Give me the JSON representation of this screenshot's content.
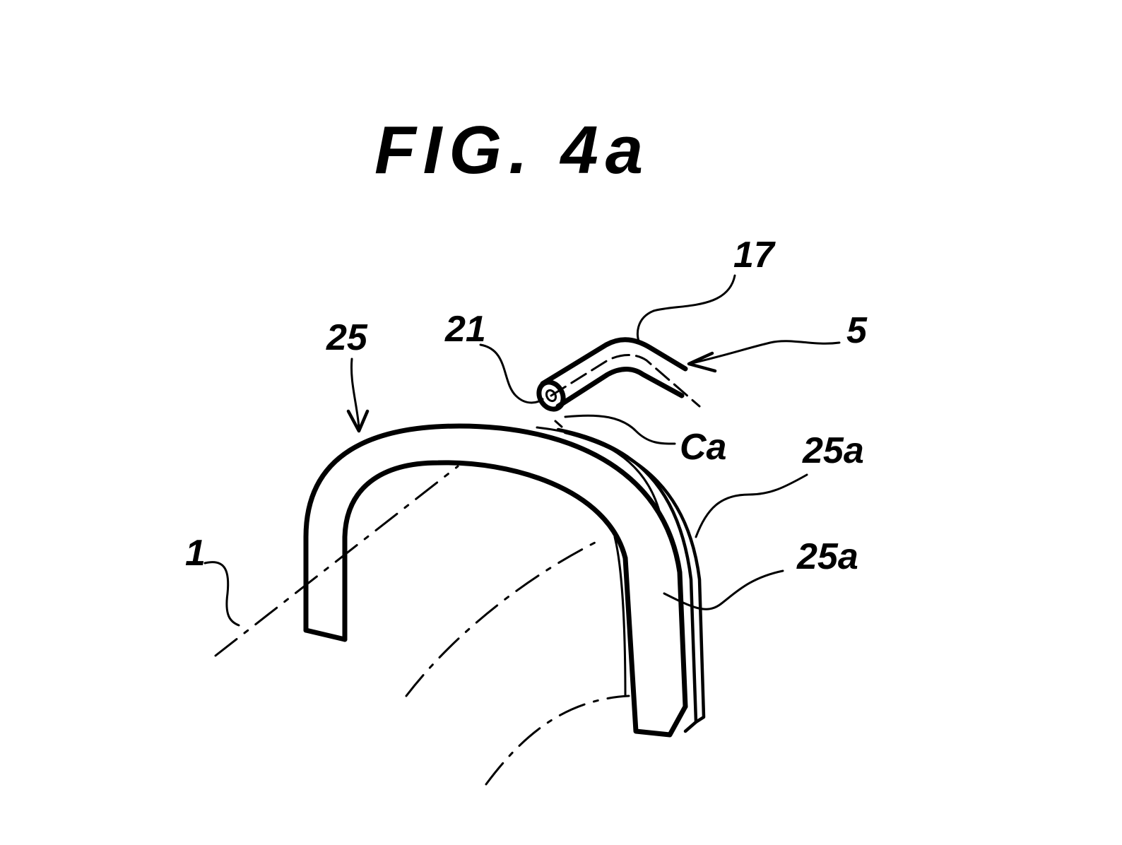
{
  "figure": {
    "title": "FIG. 4a",
    "labels": {
      "l17": "17",
      "l21": "21",
      "l25": "25",
      "l5": "5",
      "lCa": "Ca",
      "l25a_upper": "25a",
      "l25a_lower": "25a",
      "l1": "1"
    }
  }
}
